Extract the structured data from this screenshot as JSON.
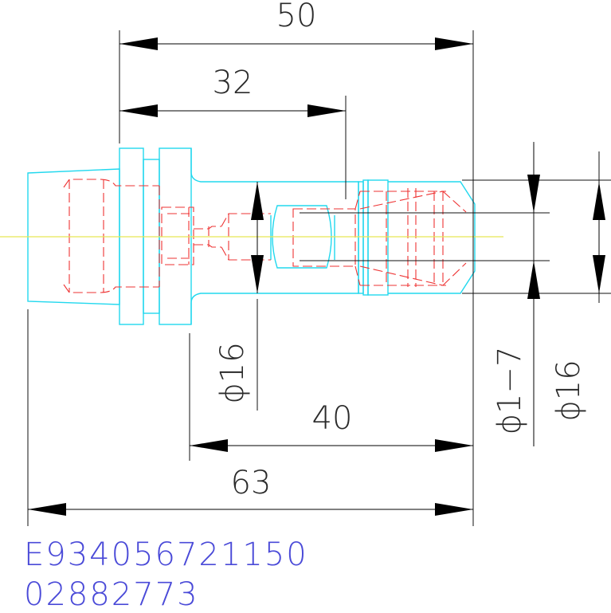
{
  "dimensions": {
    "overall_upper": "50",
    "shank_upper": "32",
    "bore_diameter": "ϕ16",
    "shank_lower": "40",
    "collet_range": "ϕ1−7",
    "nose_diameter": "ϕ16",
    "overall_total": "63"
  },
  "part_codes": {
    "line1": "E934056721150",
    "line2": "02882773"
  },
  "colors": {
    "outline": "#22d8ee",
    "hidden": "#ee3333",
    "centerline": "#e8e855",
    "dimension": "#111111",
    "code_text": "#4a4ad8"
  }
}
